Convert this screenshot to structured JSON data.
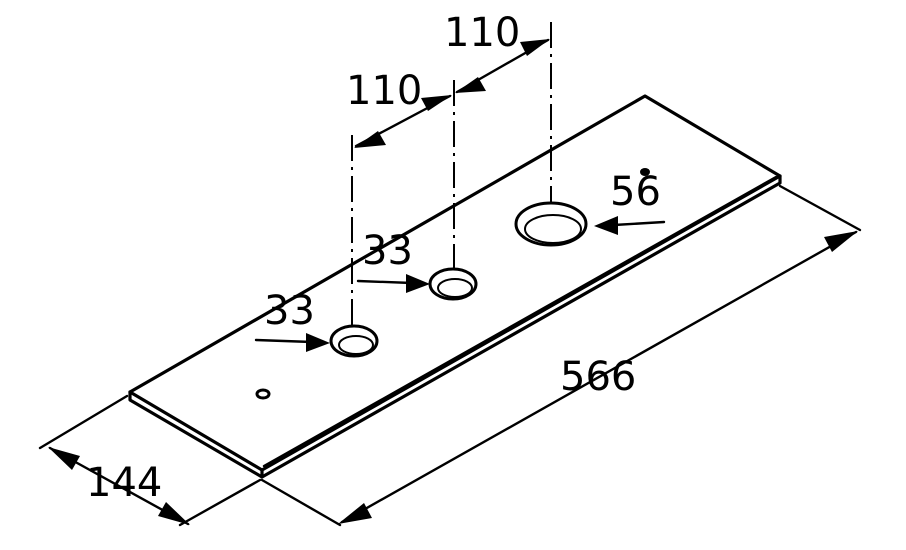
{
  "dimensions": {
    "width": "144",
    "length": "566",
    "spacing_1": "110",
    "spacing_2": "110",
    "hole_small_1": "33",
    "hole_small_2": "33",
    "hole_large": "56"
  }
}
